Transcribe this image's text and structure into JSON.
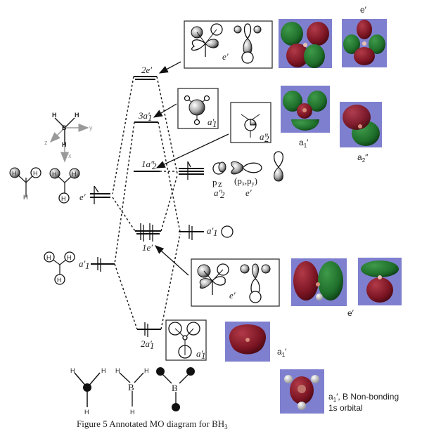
{
  "figure": {
    "caption": "Figure 5 Annotated MO diagram for BH",
    "caption_subscript": "3",
    "colors": {
      "render_background": "#7f7fcf",
      "lobe_positive": "#7a1422",
      "lobe_negative": "#1e6e2a",
      "atom_boron": "#d98a7a",
      "atom_hydrogen": "#e8e8e8"
    }
  },
  "axes_inset": {
    "atoms": [
      "H",
      "H",
      "B",
      "H"
    ],
    "axes": [
      "y",
      "z",
      "x"
    ]
  },
  "mo_levels": [
    {
      "label": "2e′",
      "name": "2e-prime"
    },
    {
      "label": "3a′",
      "sub": "1",
      "name": "3a1-prime"
    },
    {
      "label": "1a″",
      "sub": "2",
      "name": "1a2-double-prime"
    },
    {
      "label": "1e′",
      "name": "1e-prime"
    },
    {
      "label": "2a′",
      "sub": "1",
      "name": "2a1-prime"
    }
  ],
  "h3_fragment": {
    "e_label": "e′",
    "a1_label": "a′",
    "a1_sub": "1",
    "atom": "H"
  },
  "boron_fragment": {
    "pz_label": "p",
    "pz_sub": "z",
    "pz_sym": "a″",
    "pz_sym_sub": "2",
    "pxpy_label": "(p",
    "pxpy_x": "x",
    "pxpy_comma": ",p",
    "pxpy_y": "y",
    "pxpy_close": ")",
    "pxpy_sym": "e′",
    "s_sym": "a′",
    "s_sym_sub": "1"
  },
  "boxes": {
    "top_e": "e′",
    "a1_top": "a′",
    "a1_top_sub": "1",
    "a2": "a″",
    "a2_sub": "2",
    "mid_e": "e′",
    "bottom_a1": "a′",
    "bottom_a1_sub": "1"
  },
  "render_labels": {
    "top_e": "e′",
    "a1": "a",
    "a1_sub": "1",
    "a1_prime": "′",
    "a2": "a",
    "a2_sub": "2",
    "a2_prime": "″",
    "mid_e": "e′",
    "bottom_a1": "a",
    "bottom_a1_sub": "1",
    "bottom_a1_prime": "′",
    "nonbonding_line1_a": "a",
    "nonbonding_line1_sub": "1",
    "nonbonding_line1_rest": "′, B Non-bonding",
    "nonbonding_line2": "1s orbital"
  },
  "bottom_structures": {
    "h": "H",
    "b": "B"
  }
}
